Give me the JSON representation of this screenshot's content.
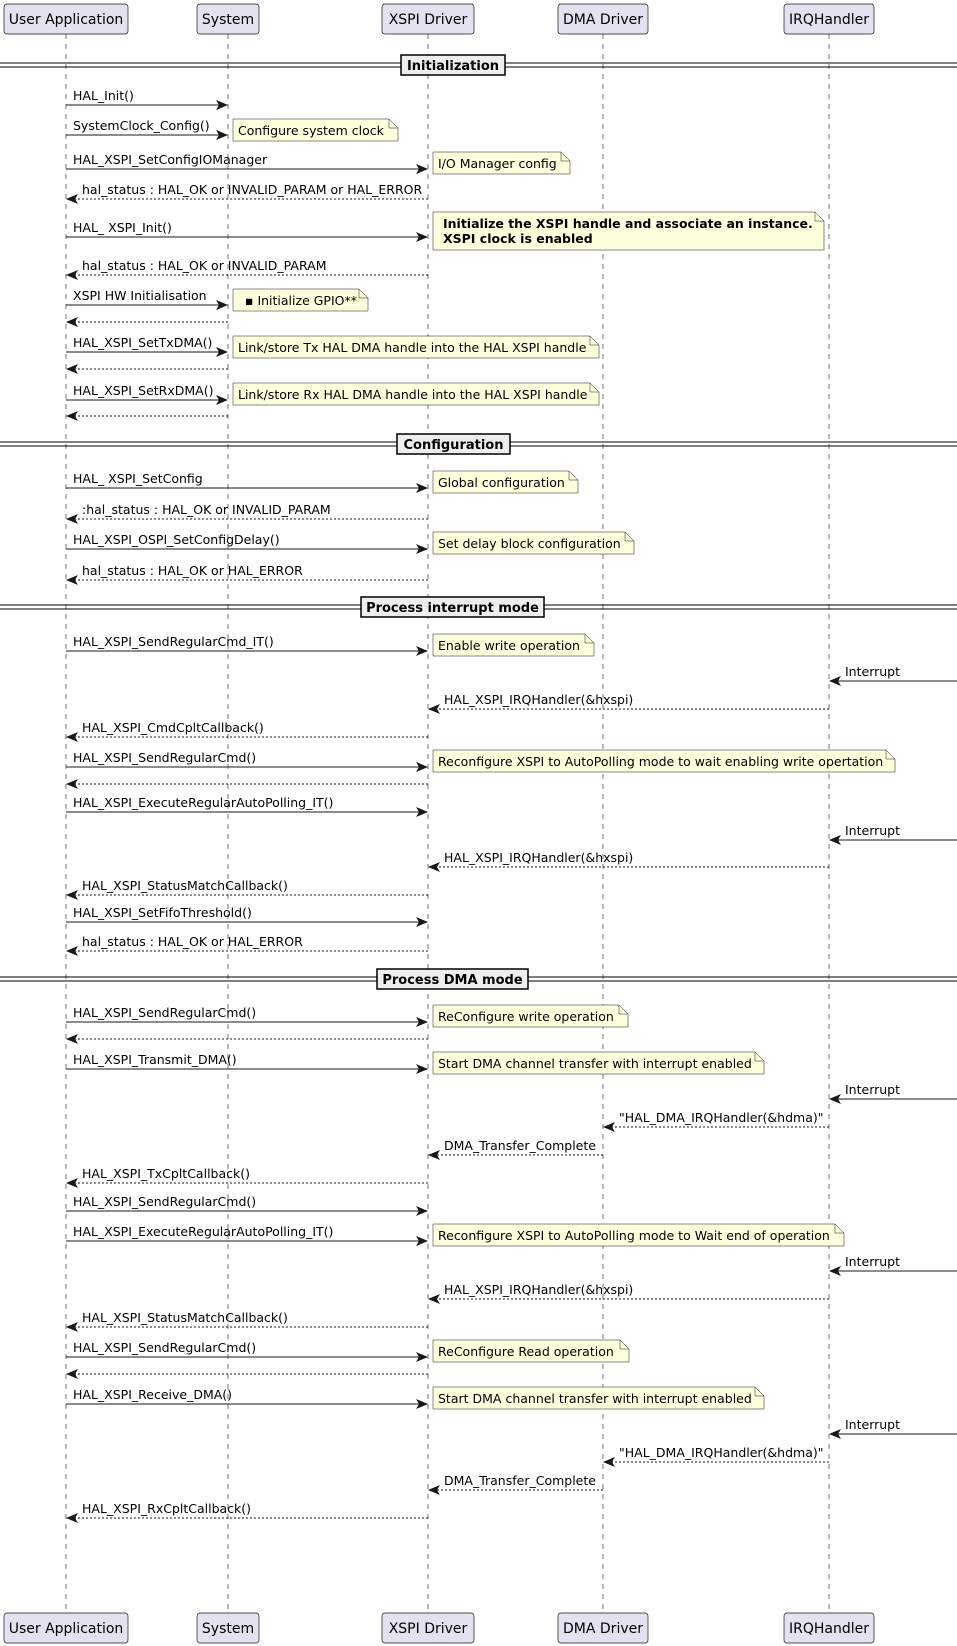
{
  "participants": [
    "User Application",
    "System",
    " XSPI Driver",
    "DMA Driver",
    "IRQHandler"
  ],
  "dividers": {
    "d1": "Initialization",
    "d2": "Configuration",
    "d3": "Process interrupt mode",
    "d4": "Process DMA mode"
  },
  "messages": {
    "m1": "HAL_Init()",
    "m2": "SystemClock_Config()",
    "m3": "HAL_XSPI_SetConfigIOManager",
    "m4": "hal_status : HAL_OK or INVALID_PARAM or HAL_ERROR",
    "m5": "HAL_ XSPI_Init()",
    "m6": "hal_status : HAL_OK or INVALID_PARAM",
    "m7": "XSPI HW Initialisation",
    "m8": "",
    "m9": "HAL_XSPI_SetTxDMA()",
    "m10": "",
    "m11": "HAL_XSPI_SetRxDMA()",
    "m12": "",
    "m13": "HAL_ XSPI_SetConfig",
    "m14": ":hal_status : HAL_OK or INVALID_PARAM",
    "m15": "HAL_XSPI_OSPI_SetConfigDelay()",
    "m16": "hal_status : HAL_OK or HAL_ERROR",
    "m17": "HAL_XSPI_SendRegularCmd_IT()",
    "m18": "Interrupt",
    "m19": "HAL_XSPI_IRQHandler(&hxspi)",
    "m20": "HAL_XSPI_CmdCpltCallback()",
    "m21": "HAL_XSPI_SendRegularCmd()",
    "m22": "",
    "m23": "HAL_XSPI_ExecuteRegularAutoPolling_IT()",
    "m24": "Interrupt",
    "m25": "HAL_XSPI_IRQHandler(&hxspi)",
    "m26": "HAL_XSPI_StatusMatchCallback()",
    "m27": "HAL_XSPI_SetFifoThreshold()",
    "m28": "hal_status : HAL_OK or HAL_ERROR",
    "m29": "HAL_XSPI_SendRegularCmd()",
    "m30": "",
    "m31": "HAL_XSPI_Transmit_DMA()",
    "m32": "Interrupt",
    "m33": "\"HAL_DMA_IRQHandler(&hdma)\"",
    "m34": "DMA_Transfer_Complete",
    "m35": "HAL_XSPI_TxCpltCallback()",
    "m36": "HAL_XSPI_SendRegularCmd()",
    "m37": "HAL_XSPI_ExecuteRegularAutoPolling_IT()",
    "m38": "Interrupt",
    "m39": "HAL_XSPI_IRQHandler(&hxspi)",
    "m40": "HAL_XSPI_StatusMatchCallback()",
    "m41": "HAL_XSPI_SendRegularCmd()",
    "m42": "",
    "m43": "HAL_XSPI_Receive_DMA()",
    "m44": "Interrupt",
    "m45": "\"HAL_DMA_IRQHandler(&hdma)\"",
    "m46": "DMA_Transfer_Complete",
    "m47": "HAL_XSPI_RxCpltCallback()"
  },
  "notes": {
    "n1": [
      "Configure system clock"
    ],
    "n2": [
      "I/O Manager config"
    ],
    "n3": [
      "Initialize the XSPI handle and associate an instance.",
      "XSPI clock is enabled"
    ],
    "n4": [
      "▪ Initialize GPIO**"
    ],
    "n5": [
      "Link/store Tx HAL DMA handle into the HAL XSPI handle"
    ],
    "n6": [
      "Link/store Rx HAL DMA handle into the HAL XSPI handle"
    ],
    "n7": [
      "Global configuration"
    ],
    "n8": [
      "Set delay block configuration"
    ],
    "n9": [
      "Enable write operation"
    ],
    "n10": [
      "Reconfigure XSPI to AutoPolling mode to wait enabling write opertation"
    ],
    "n11": [
      "ReConfigure write operation"
    ],
    "n12": [
      "Start DMA channel transfer with interrupt enabled"
    ],
    "n13": [
      "Reconfigure XSPI to AutoPolling mode to Wait end of operation"
    ],
    "n14": [
      "ReConfigure Read operation"
    ],
    "n15": [
      "Start DMA channel transfer with interrupt enabled"
    ]
  },
  "colors": {
    "participant_fill": "#E2E2F0",
    "participant_stroke": "#181818",
    "note_fill": "#FEFFDD",
    "note_stroke": "#181818",
    "divider_fill": "#EEEEEE",
    "lifeline": "#181818",
    "arrow": "#181818"
  }
}
